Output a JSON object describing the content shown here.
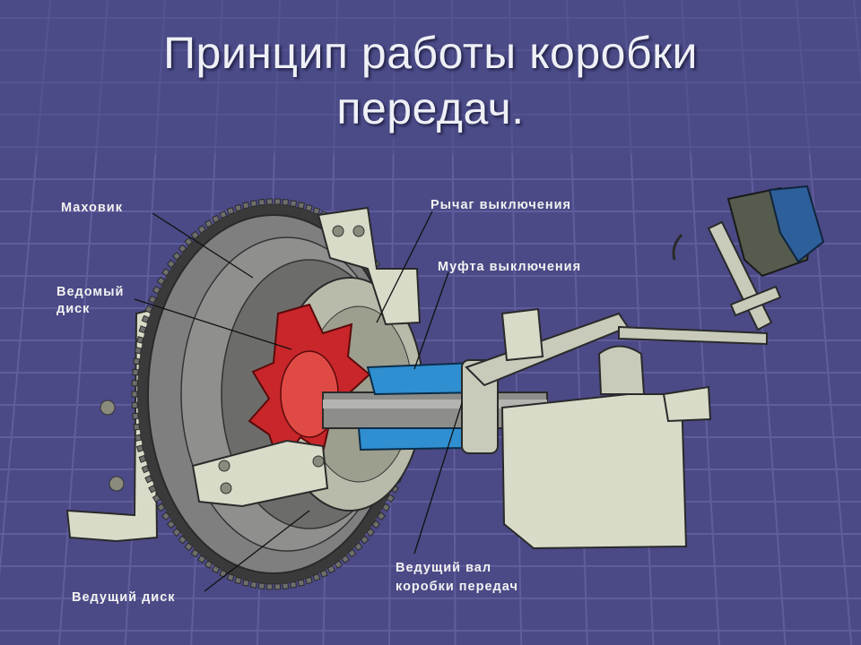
{
  "slide": {
    "title_line1": "Принцип работы коробки",
    "title_line2": "передач."
  },
  "labels": {
    "flywheel": "Маховик",
    "driven_disc_line1": "Ведомый",
    "driven_disc_line2": "диск",
    "release_lever": "Рычаг выключения",
    "release_coupling": "Муфта выключения",
    "drive_shaft_line1": "Ведущий вал",
    "drive_shaft_line2": "коробки передач",
    "drive_disc": "Ведущий диск"
  },
  "colors": {
    "background": "#4b4a86",
    "grid": "#6462a0",
    "metal": "#d9dbc9",
    "metal_dark": "#9b9c8e",
    "flywheel": "#7e7f7e",
    "driven_disc": "#c8262a",
    "coupling": "#2f8fd0"
  }
}
